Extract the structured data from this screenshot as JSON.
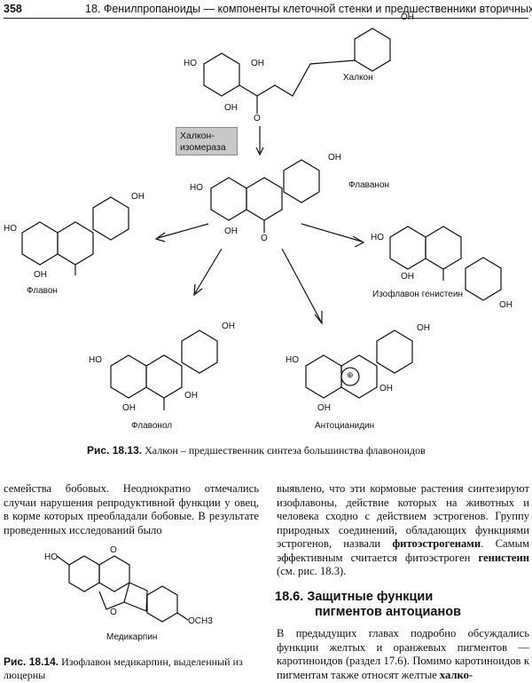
{
  "header": {
    "page_number": "358",
    "running_title": "18. Фенилпропаноиды — компоненты клеточной стенки и предшественники вторичных..."
  },
  "figure_18_13": {
    "enzyme": "Халкон-изомераза",
    "compounds": {
      "chalcone": "Халкон",
      "flavanone": "Флаванон",
      "flavone": "Флавон",
      "isoflavone": "Изофлавон генистеин",
      "flavonol": "Флавонол",
      "anthocyanidin": "Антоцианидин"
    },
    "groups": {
      "oh": "OH",
      "ho": "HO",
      "o": "O",
      "och3": "OCH3",
      "plus": "⊕"
    },
    "caption_label": "Рис. 18.13.",
    "caption_text": "Халкон – предшественник синтеза большинства флавоноидов"
  },
  "left_column": "семейства бобовых. Неоднократно отмечались случаи нарушения репродуктивной функции у овец, в корме которых преобладали бобовые. В результате проведенных исследований было",
  "figure_18_14": {
    "compound": "Медикарпин",
    "caption_label": "Рис. 18.14.",
    "caption_text": "Изофлавон медикарпин, выделенный из люцерны"
  },
  "right_column": {
    "p1_a": "выявлено, что эти кормовые растения синтезируют изофлавоны, действие которых на животных и человека сходно с действием эстрогенов. Группу природных соединений, обладающих функциями эстрогенов, назвали ",
    "p1_b": "фитоэстрогенами",
    "p1_c": ". Самым эффективным считается фитоэстроген ",
    "p1_d": "генистеин",
    "p1_e": " (см. рис. 18.3).",
    "section_number": "18.6.",
    "section_title_1": "Защитные функции",
    "section_title_2": "пигментов антоцианов",
    "p2_a": "В предыдущих главах подробно обсуждались функции желтых и оранжевых пигментов — каротиноидов (раздел 17.6). Помимо каротиноидов к пигментам также относят желтые ",
    "p2_b": "халко-"
  }
}
